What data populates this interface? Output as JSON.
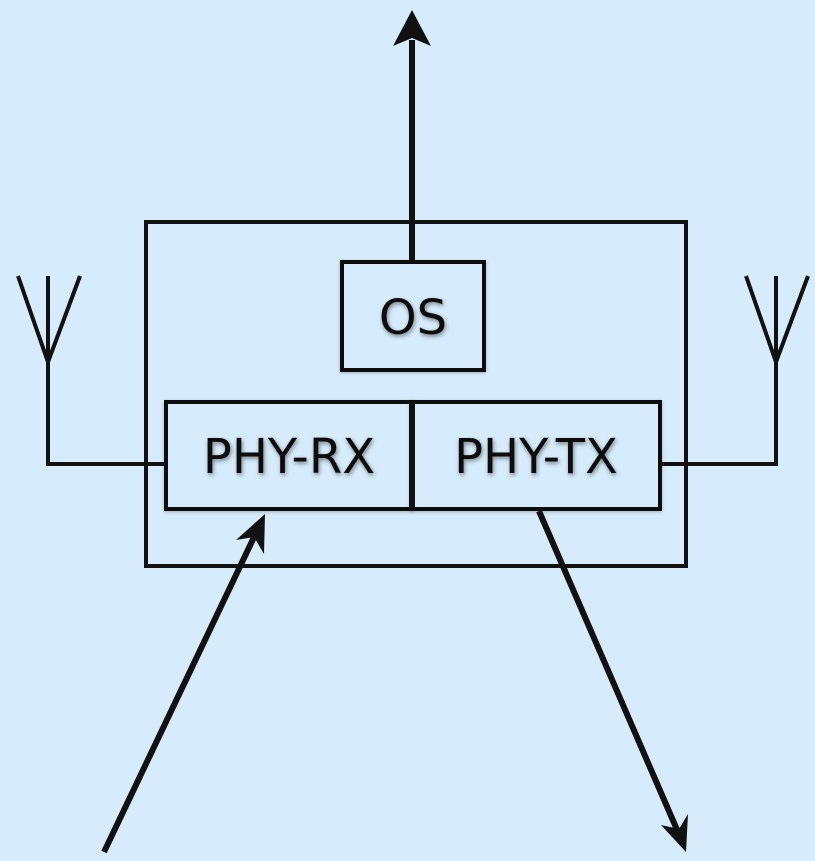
{
  "diagram": {
    "blocks": {
      "os": "OS",
      "phy_rx": "PHY-RX",
      "phy_tx": "PHY-TX"
    },
    "colors": {
      "background": "#d6ebfb",
      "stroke": "#111111"
    },
    "icons": {
      "left_antenna": "antenna-icon",
      "right_antenna": "antenna-icon"
    }
  }
}
